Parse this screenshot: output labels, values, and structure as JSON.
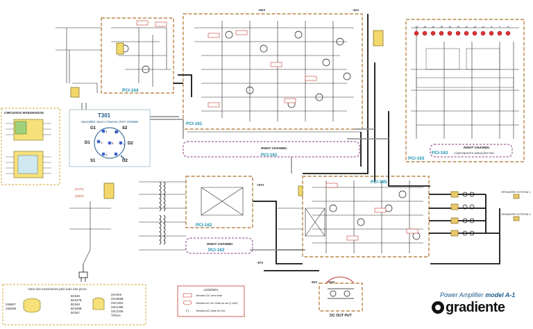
{
  "title_block": {
    "product": "Power Amplifier",
    "model": "model A-1",
    "brand": "gradiente"
  },
  "boards": {
    "pci164": "PCI-164",
    "pci161": "PCI-161",
    "pci161_rc": "PCI-161",
    "pci163": "PCI-163",
    "pci163b": "PCI-163",
    "pci162": "PCI-162",
    "pci162_rc": "PCI-162",
    "pci165": "PCI-165"
  },
  "labels": {
    "right_channel_161": "RIGHT CHANNEL",
    "right_channel_162": "RIGHT CHANNEL",
    "right_channel_163": "RIGHT CHANNEL",
    "componentes_163": "COMPONENTES VARIAÇÕES PAR",
    "speakers_1": "SPEAKERS SYSTEM 1",
    "speakers_2": "SPEAKERS SYSTEM 2",
    "dc_out_put": "DC OUT PUT",
    "integrated_circuits": "CIRCUITOS INTEGRADOS",
    "transistor_view": "Vista dos transistores pelo lado dos pinos",
    "legend_title": "LEGENDA",
    "legend_1": "Tensões DC sem sinal",
    "legend_2": "Tensões AC em Volts ou cm (1 kHz)",
    "legend_3": "Tensões AC (rede 60 Hz)",
    "voltage_p61": "+61V",
    "voltage_m61": "-61V",
    "voltage_p61b": "+61V",
    "voltage_m61b": "-61V",
    "voltage_p57": "+57V",
    "voltage_m57": "-57V",
    "vac117": "(117V)",
    "vac220": "(220V)"
  },
  "jfet": {
    "ref": "T301",
    "desc": "Monolithic dual n-channel JFET  2N3958",
    "pins": [
      "G1",
      "S2",
      "D1",
      "D2",
      "S1",
      "G2"
    ],
    "nums": [
      "1",
      "2",
      "3",
      "4",
      "5",
      "6",
      "7"
    ]
  },
  "transistors": {
    "col1": [
      "2SB647",
      "2SD665"
    ],
    "col2": [
      "BC546",
      "BC547B",
      "BC548",
      "BC548B",
      "BC557"
    ],
    "col3": [
      "2SA916",
      "2SA966B",
      "2SC1923",
      "2SC2458",
      "2SC2236",
      "TIP31A"
    ]
  },
  "leds": [
    "-50",
    "-45",
    "-40",
    "-35",
    "-30",
    "-25",
    "-20",
    "-15",
    "-10",
    "-5",
    "0",
    "+3"
  ]
}
